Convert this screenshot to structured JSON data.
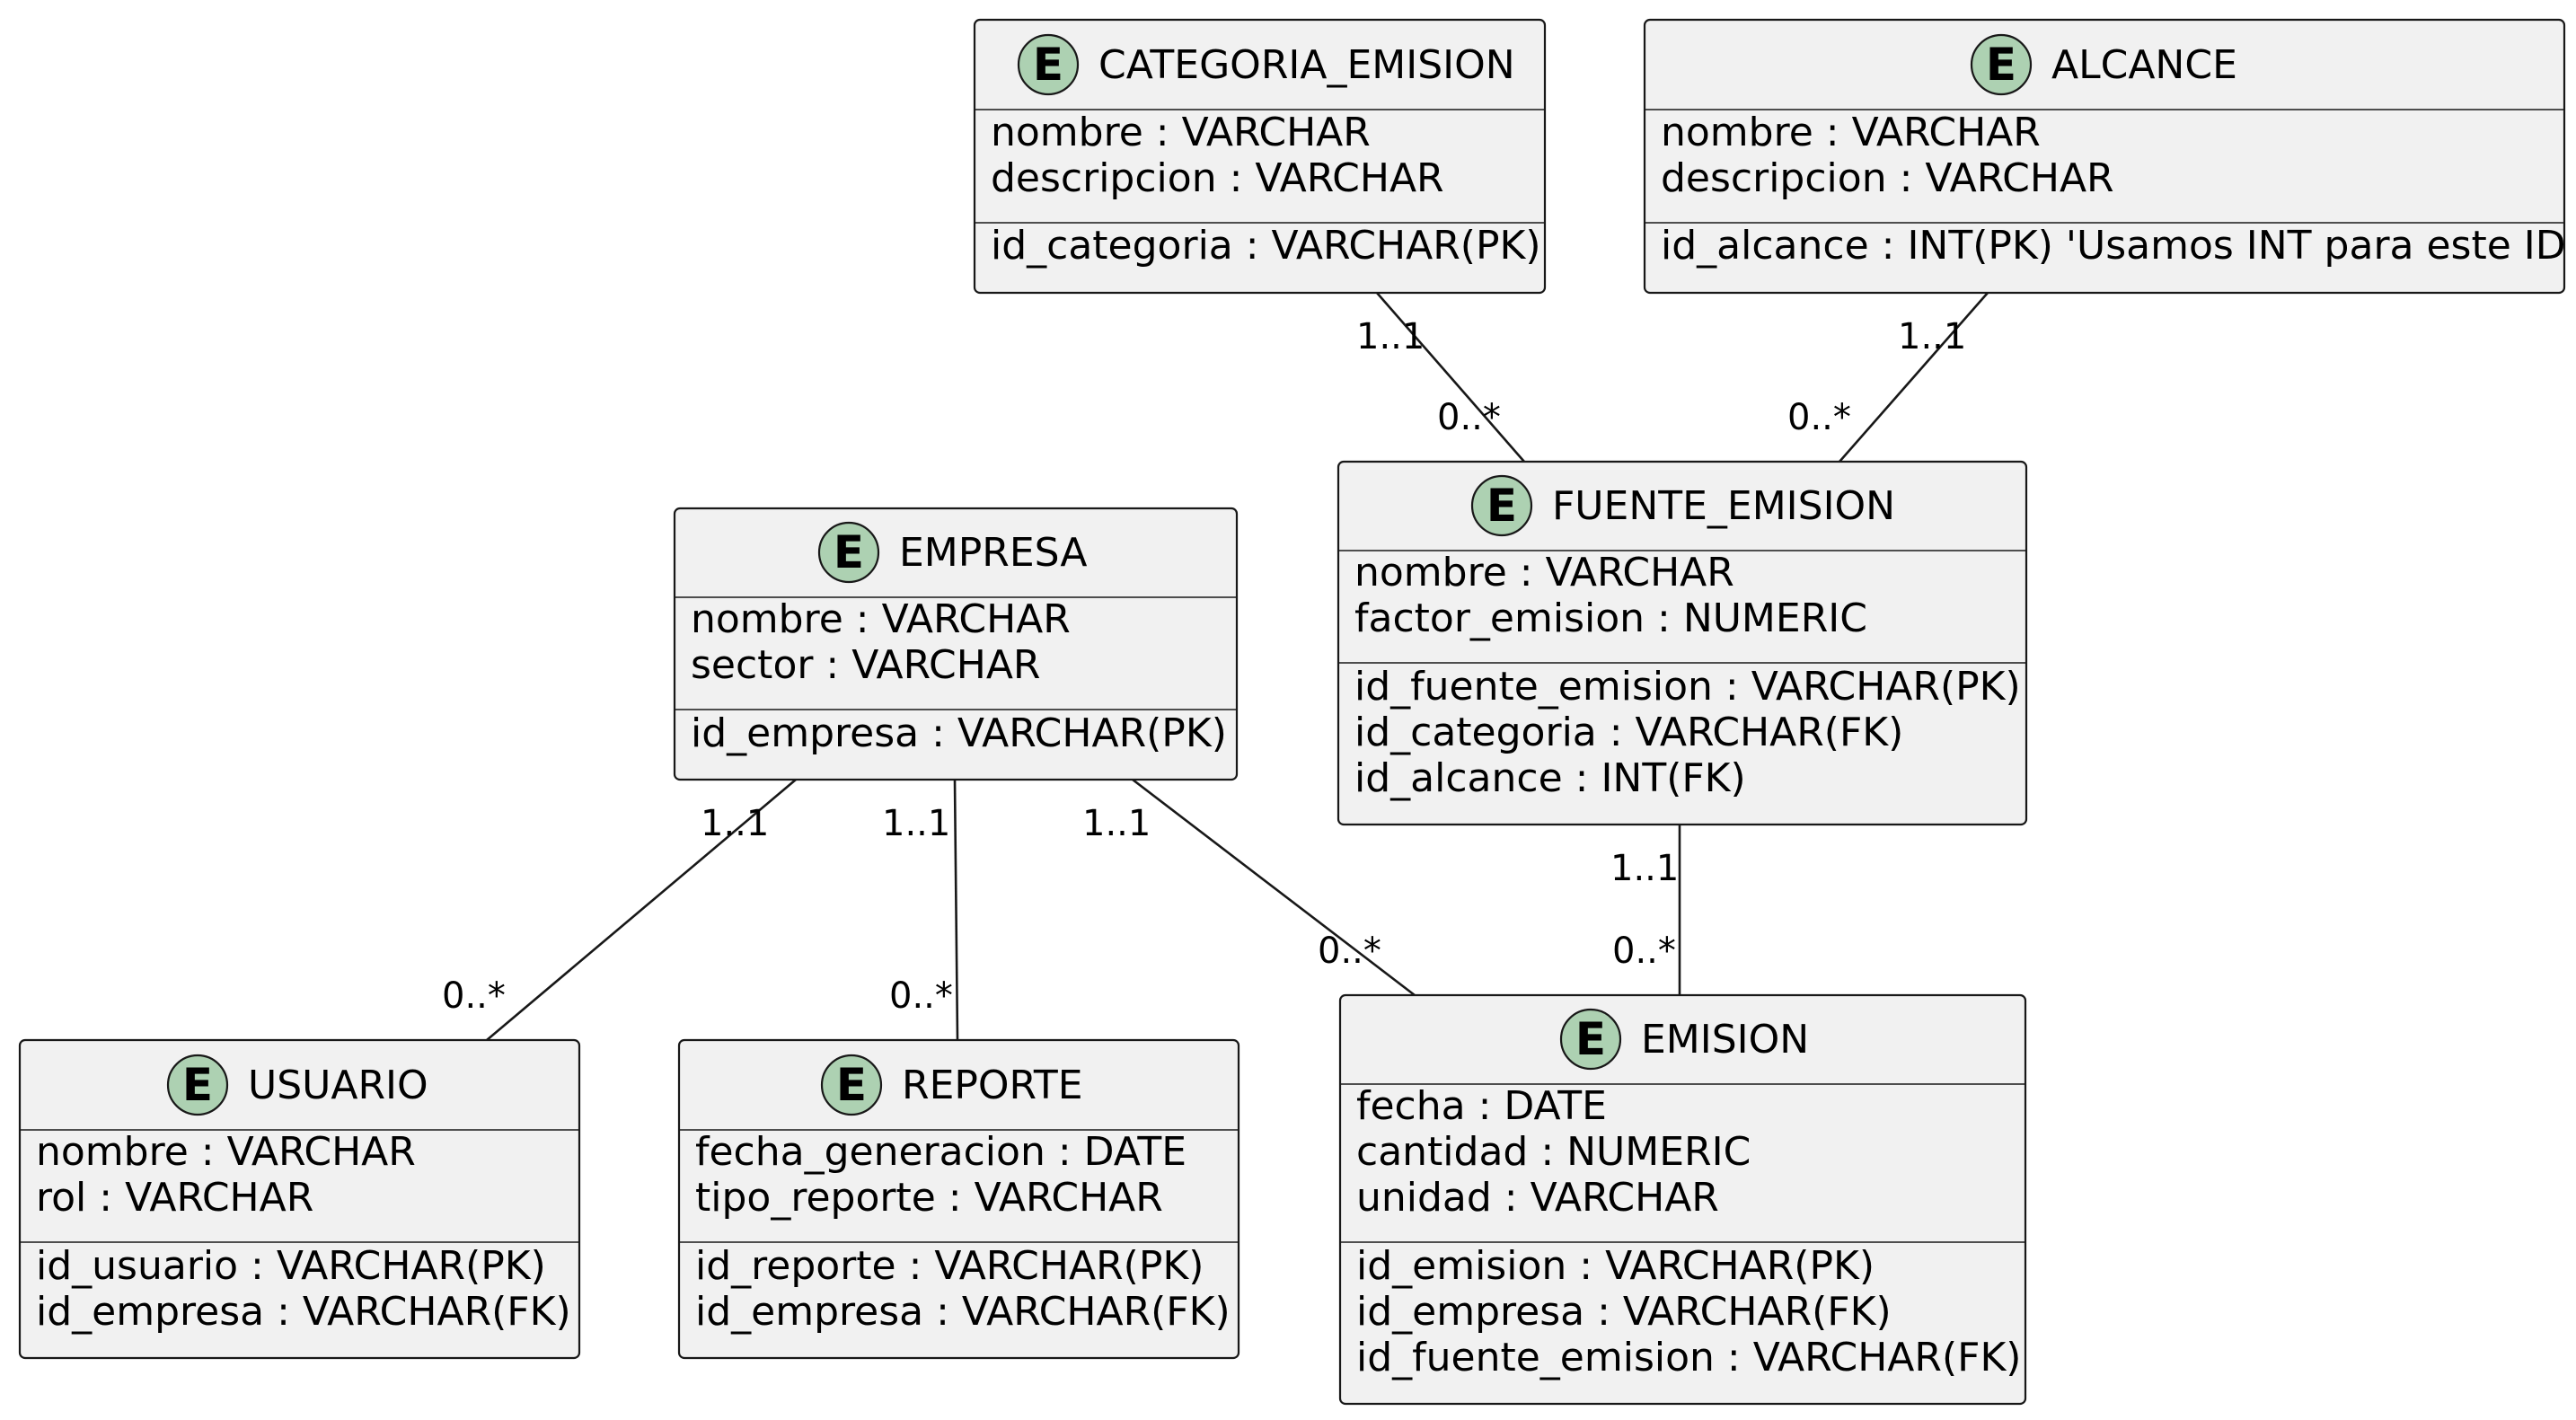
{
  "entities": {
    "categoria_emision": {
      "badge": "E",
      "name": "CATEGORIA_EMISION",
      "attributes": [
        "nombre : VARCHAR",
        "descripcion : VARCHAR"
      ],
      "keys": [
        "id_categoria : VARCHAR(PK)"
      ]
    },
    "alcance": {
      "badge": "E",
      "name": "ALCANCE",
      "attributes": [
        "nombre : VARCHAR",
        "descripcion : VARCHAR"
      ],
      "keys": [
        "id_alcance : INT(PK) 'Usamos INT para este ID"
      ]
    },
    "empresa": {
      "badge": "E",
      "name": "EMPRESA",
      "attributes": [
        "nombre : VARCHAR",
        "sector : VARCHAR"
      ],
      "keys": [
        "id_empresa : VARCHAR(PK)"
      ]
    },
    "fuente_emision": {
      "badge": "E",
      "name": "FUENTE_EMISION",
      "attributes": [
        "nombre : VARCHAR",
        "factor_emision : NUMERIC"
      ],
      "keys": [
        "id_fuente_emision : VARCHAR(PK)",
        "id_categoria : VARCHAR(FK)",
        "id_alcance : INT(FK)"
      ]
    },
    "usuario": {
      "badge": "E",
      "name": "USUARIO",
      "attributes": [
        "nombre : VARCHAR",
        "rol : VARCHAR"
      ],
      "keys": [
        "id_usuario : VARCHAR(PK)",
        "id_empresa : VARCHAR(FK)"
      ]
    },
    "reporte": {
      "badge": "E",
      "name": "REPORTE",
      "attributes": [
        "fecha_generacion : DATE",
        "tipo_reporte : VARCHAR"
      ],
      "keys": [
        "id_reporte : VARCHAR(PK)",
        "id_empresa : VARCHAR(FK)"
      ]
    },
    "emision": {
      "badge": "E",
      "name": "EMISION",
      "attributes": [
        "fecha : DATE",
        "cantidad : NUMERIC",
        "unidad : VARCHAR"
      ],
      "keys": [
        "id_emision : VARCHAR(PK)",
        "id_empresa : VARCHAR(FK)",
        "id_fuente_emision : VARCHAR(FK)"
      ]
    }
  },
  "relationships": [
    {
      "from": "categoria_emision",
      "to": "fuente_emision",
      "from_mult": "1..1",
      "to_mult": "0..*"
    },
    {
      "from": "alcance",
      "to": "fuente_emision",
      "from_mult": "1..1",
      "to_mult": "0..*"
    },
    {
      "from": "empresa",
      "to": "usuario",
      "from_mult": "1..1",
      "to_mult": "0..*"
    },
    {
      "from": "empresa",
      "to": "reporte",
      "from_mult": "1..1",
      "to_mult": "0..*"
    },
    {
      "from": "empresa",
      "to": "emision",
      "from_mult": "1..1",
      "to_mult": "0..*"
    },
    {
      "from": "fuente_emision",
      "to": "emision",
      "from_mult": "1..1",
      "to_mult": "0..*"
    }
  ],
  "colors": {
    "entity_fill": "#f1f1f1",
    "badge_fill": "#add1b2",
    "stroke": "#181818"
  }
}
